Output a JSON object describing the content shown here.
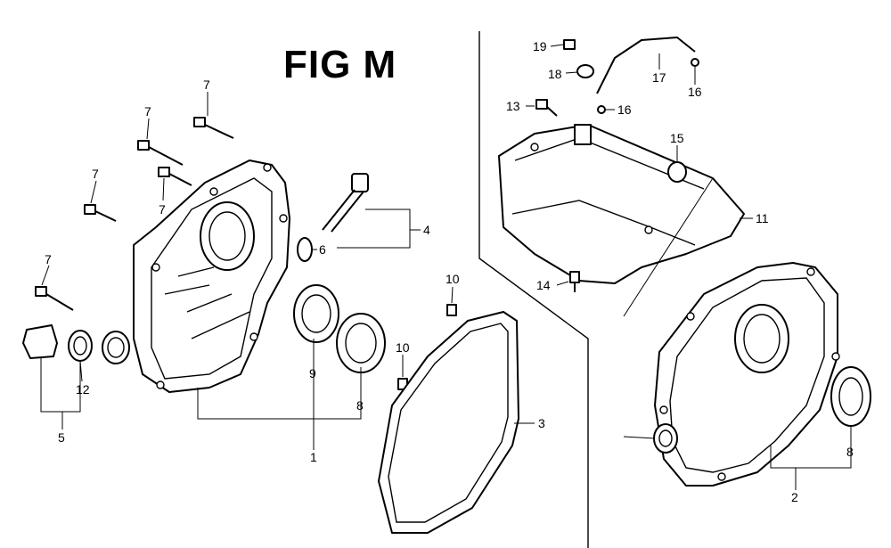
{
  "figure": {
    "title": "FIG M"
  },
  "callouts": {
    "c1": "1",
    "c2": "2",
    "c3": "3",
    "c4": "4",
    "c5": "5",
    "c6": "6",
    "c7a": "7",
    "c7b": "7",
    "c7c": "7",
    "c7d": "7",
    "c7e": "7",
    "c8a": "8",
    "c8b": "8",
    "c9": "9",
    "c10a": "10",
    "c10b": "10",
    "c11": "11",
    "c12": "12",
    "c13": "13",
    "c14": "14",
    "c15": "15",
    "c16a": "16",
    "c16b": "16",
    "c17": "17",
    "c18": "18",
    "c19": "19"
  }
}
